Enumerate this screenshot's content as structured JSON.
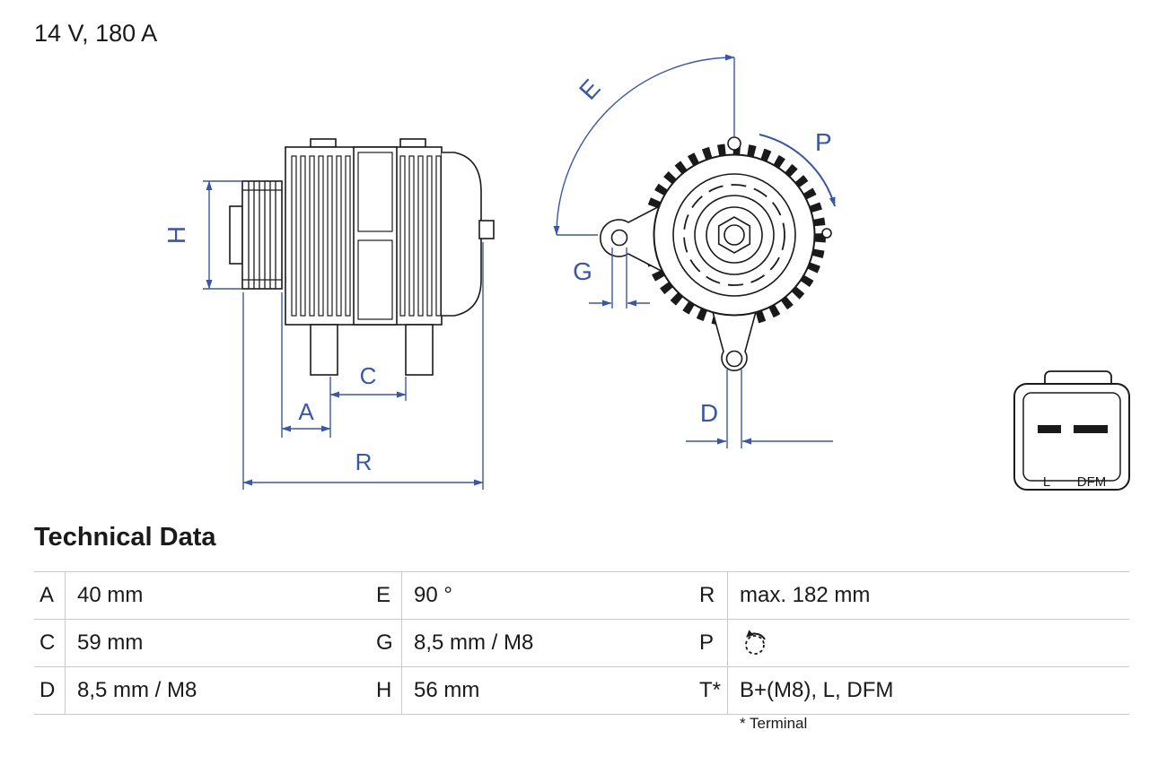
{
  "title": "14 V, 180 A",
  "colors": {
    "dimension_blue": "#3a57a5",
    "drawing_black": "#1a1a1a",
    "table_line_gray": "#c9c9c9"
  },
  "diagram": {
    "dimension_labels": {
      "H": "H",
      "A": "A",
      "C": "C",
      "R": "R",
      "E": "E",
      "G": "G",
      "P": "P",
      "D": "D"
    },
    "connector": {
      "pin_left_label": "L",
      "pin_right_label": "DFM"
    }
  },
  "technical_data": {
    "heading": "Technical Data",
    "footnote": "* Terminal",
    "rows": [
      {
        "c1": {
          "key": "A",
          "value": "40 mm"
        },
        "c2": {
          "key": "E",
          "value": "90 °"
        },
        "c3": {
          "key": "R",
          "value": "max. 182 mm"
        }
      },
      {
        "c1": {
          "key": "C",
          "value": "59 mm"
        },
        "c2": {
          "key": "G",
          "value": "8,5 mm / M8"
        },
        "c3": {
          "key": "P",
          "icon": "rotation-direction-icon"
        }
      },
      {
        "c1": {
          "key": "D",
          "value": "8,5 mm / M8"
        },
        "c2": {
          "key": "H",
          "value": "56 mm"
        },
        "c3": {
          "key": "T*",
          "value": "B+(M8), L, DFM"
        }
      }
    ]
  }
}
